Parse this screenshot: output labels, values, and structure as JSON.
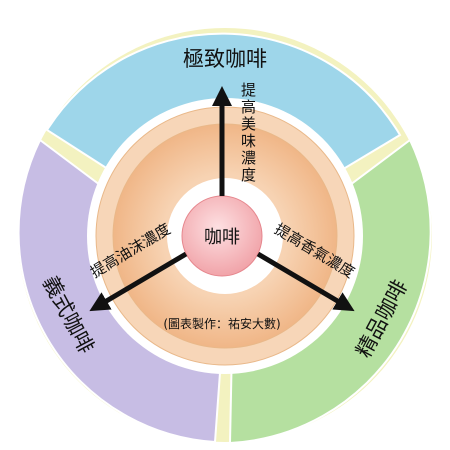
{
  "center": {
    "label": "咖啡",
    "color": "#f4a8ad"
  },
  "credit": "(圖表製作：祐安大數)",
  "arrows": {
    "up": "提高美味濃度",
    "left": "提高油沫濃度",
    "right": "提高香氣濃度"
  },
  "segments": {
    "top": {
      "label": "極致咖啡",
      "color": "#9ed6ea"
    },
    "left": {
      "label": "義式咖啡",
      "color": "#c7bde4"
    },
    "right": {
      "label": "精品咖啡",
      "color": "#b5e0a0"
    }
  },
  "colors": {
    "gap": "#f3f2c0",
    "ring_outer": "#f3cfa5",
    "ring_inner": "#f3b58a",
    "arrow": "#111111"
  }
}
